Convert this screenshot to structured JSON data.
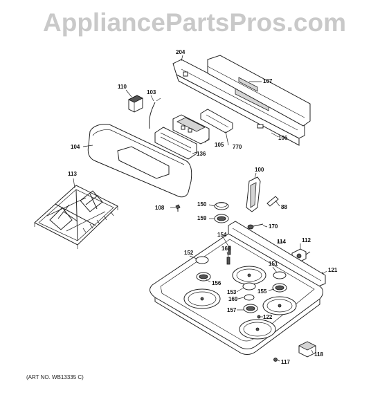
{
  "watermark": "AppliancePartsPros.com",
  "art_number": "(ART NO. WB13335 C)",
  "callouts": {
    "c204": "204",
    "c107": "107",
    "c110": "110",
    "c103": "103",
    "c104": "104",
    "c136": "136",
    "c105": "105",
    "c770": "770",
    "c106": "106",
    "c113": "113",
    "c100": "100",
    "c88": "88",
    "c108": "108",
    "c150": "150",
    "c159": "159",
    "c170": "170",
    "c154": "154",
    "c114": "114",
    "c112": "112",
    "c152": "152",
    "c168": "168",
    "c151": "151",
    "c121": "121",
    "c156": "156",
    "c153": "153",
    "c155": "155",
    "c169": "169",
    "c157": "157",
    "c122": "122",
    "c118": "118",
    "c117": "117"
  }
}
